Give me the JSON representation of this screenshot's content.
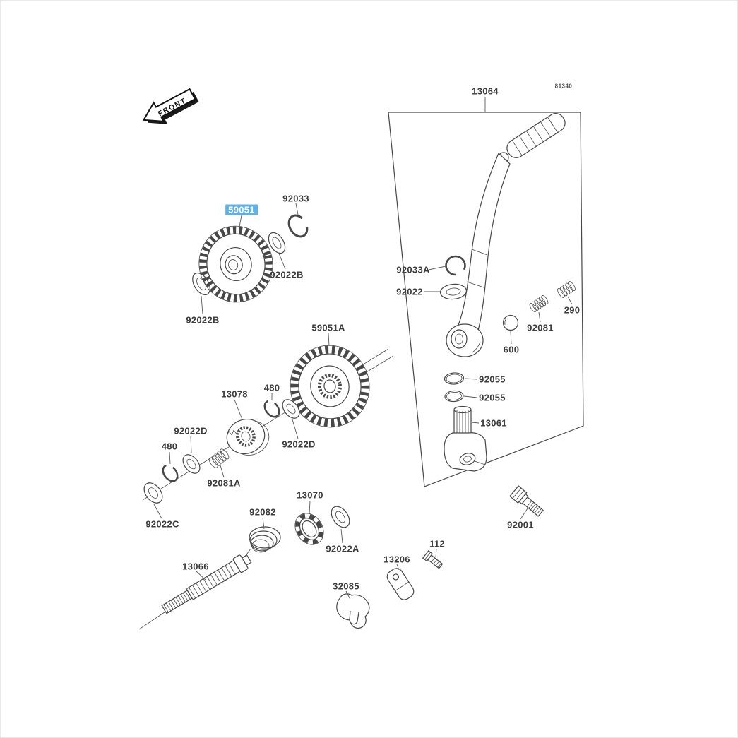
{
  "diagram": {
    "code": "81340",
    "front_marker": "FRONT",
    "highlight_color": "#5fb0e5"
  },
  "labels": [
    {
      "text": "13064",
      "highlighted": false
    },
    {
      "text": "92033",
      "highlighted": false
    },
    {
      "text": "59051",
      "highlighted": true
    },
    {
      "text": "92022B",
      "highlighted": false
    },
    {
      "text": "92033A",
      "highlighted": false
    },
    {
      "text": "92022",
      "highlighted": false
    },
    {
      "text": "290",
      "highlighted": false
    },
    {
      "text": "92081",
      "highlighted": false
    },
    {
      "text": "600",
      "highlighted": false
    },
    {
      "text": "92022B",
      "highlighted": false
    },
    {
      "text": "59051A",
      "highlighted": false
    },
    {
      "text": "92055",
      "highlighted": false
    },
    {
      "text": "92055",
      "highlighted": false
    },
    {
      "text": "13078",
      "highlighted": false
    },
    {
      "text": "480",
      "highlighted": false
    },
    {
      "text": "13061",
      "highlighted": false
    },
    {
      "text": "92022D",
      "highlighted": false
    },
    {
      "text": "480",
      "highlighted": false
    },
    {
      "text": "92022D",
      "highlighted": false
    },
    {
      "text": "92081A",
      "highlighted": false
    },
    {
      "text": "13070",
      "highlighted": false
    },
    {
      "text": "92082",
      "highlighted": false
    },
    {
      "text": "92022C",
      "highlighted": false
    },
    {
      "text": "92001",
      "highlighted": false
    },
    {
      "text": "112",
      "highlighted": false
    },
    {
      "text": "92022A",
      "highlighted": false
    },
    {
      "text": "13206",
      "highlighted": false
    },
    {
      "text": "13066",
      "highlighted": false
    },
    {
      "text": "32085",
      "highlighted": false
    }
  ]
}
